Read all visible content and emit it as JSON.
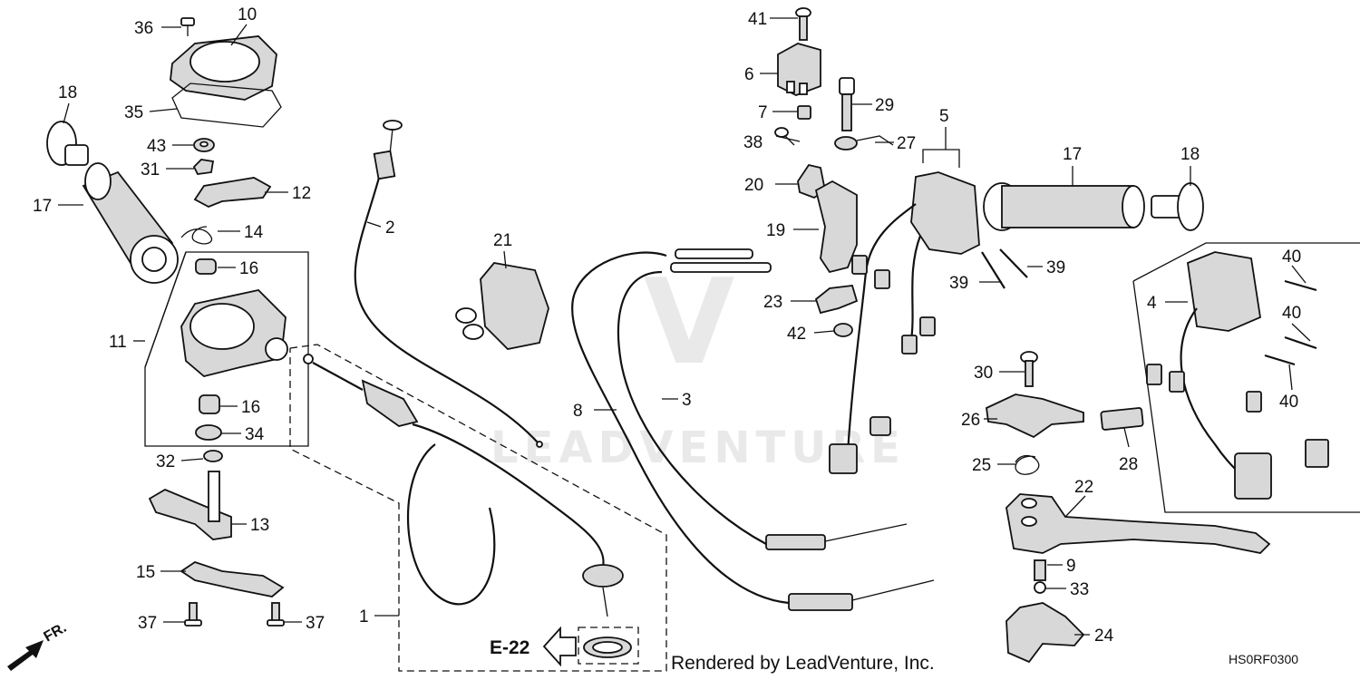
{
  "watermark": {
    "line1": "V",
    "line2": "LEADVENTURE"
  },
  "footer": {
    "rendered_by": "Rendered by LeadVenture, Inc.",
    "diagram_code": "HS0RF0300",
    "reference": "E-22",
    "front_label": "FR."
  },
  "callouts": {
    "p1": "1",
    "p2": "2",
    "p3": "3",
    "p4": "4",
    "p5": "5",
    "p6": "6",
    "p7": "7",
    "p8": "8",
    "p9": "9",
    "p10": "10",
    "p11": "11",
    "p12": "12",
    "p13": "13",
    "p14": "14",
    "p15": "15",
    "p16a": "16",
    "p16b": "16",
    "p17a": "17",
    "p17b": "17",
    "p18a": "18",
    "p18b": "18",
    "p19": "19",
    "p20": "20",
    "p21": "21",
    "p22": "22",
    "p23": "23",
    "p24": "24",
    "p25": "25",
    "p26": "26",
    "p27": "27",
    "p28": "28",
    "p29": "29",
    "p30": "30",
    "p31": "31",
    "p32": "32",
    "p33": "33",
    "p34": "34",
    "p35": "35",
    "p36": "36",
    "p37a": "37",
    "p37b": "37",
    "p38": "38",
    "p39a": "39",
    "p39b": "39",
    "p40a": "40",
    "p40b": "40",
    "p40c": "40",
    "p41": "41",
    "p42": "42",
    "p43": "43"
  }
}
